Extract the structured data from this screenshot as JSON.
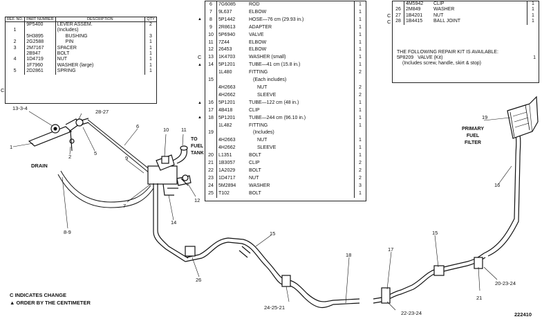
{
  "table_left": {
    "headers": [
      "REF. NO.",
      "PART NUMBER",
      "DESCRIPTION",
      "QTY"
    ],
    "rows": [
      {
        "mark": "",
        "ref": "",
        "part": "9P5400",
        "desc": "LEVER ASSEM.",
        "qty": "2"
      },
      {
        "mark": "",
        "ref": "1",
        "part": "",
        "desc": "(Includes)",
        "qty": ""
      },
      {
        "mark": "",
        "ref": "",
        "part": "5H3895",
        "desc": "BUSHING",
        "qty": "3"
      },
      {
        "mark": "",
        "ref": "2",
        "part": "2G2588",
        "desc": "PIN",
        "qty": "1"
      },
      {
        "mark": "",
        "ref": "3",
        "part": "2M7167",
        "desc": "SPACER",
        "qty": "1"
      },
      {
        "mark": "",
        "ref": "",
        "part": "2B947",
        "desc": "BOLT",
        "qty": "1"
      },
      {
        "mark": "",
        "ref": "4",
        "part": "1D4719",
        "desc": "NUT",
        "qty": "1"
      },
      {
        "mark": "C",
        "ref": "",
        "part": "1F7960",
        "desc": "WASHER (large)",
        "qty": "1"
      },
      {
        "mark": "",
        "ref": "5",
        "part": "2D2861",
        "desc": "SPRING",
        "qty": "1"
      }
    ]
  },
  "table_middle": {
    "rows": [
      {
        "mark": "",
        "ref": "6",
        "part": "7G6085",
        "desc": "ROD",
        "qty": "1"
      },
      {
        "mark": "",
        "ref": "7",
        "part": "9L637",
        "desc": "ELBOW",
        "qty": "1"
      },
      {
        "mark": "▲",
        "ref": "8",
        "part": "5P1442",
        "desc": "HOSE—76 cm (29.93 in.)",
        "qty": "1"
      },
      {
        "mark": "",
        "ref": "9",
        "part": "2R8613",
        "desc": "ADAPTER",
        "qty": "1"
      },
      {
        "mark": "",
        "ref": "10",
        "part": "5P6940",
        "desc": "VALVE",
        "qty": "1"
      },
      {
        "mark": "",
        "ref": "11",
        "part": "7Z44",
        "desc": "ELBOW",
        "qty": "1"
      },
      {
        "mark": "",
        "ref": "12",
        "part": "26453",
        "desc": "ELBOW",
        "qty": "1"
      },
      {
        "mark": "C",
        "ref": "13",
        "part": "1K4703",
        "desc": "WASHER (small)",
        "qty": "1"
      },
      {
        "mark": "▲",
        "ref": "14",
        "part": "5P1201",
        "desc": "TUBE—41 cm (15.8 in.)",
        "qty": "1"
      },
      {
        "mark": "",
        "ref": "",
        "part": "1L480",
        "desc": "FITTING",
        "qty": "2"
      },
      {
        "mark": "",
        "ref": "15",
        "part": "",
        "desc": "(Each includes)",
        "qty": ""
      },
      {
        "mark": "",
        "ref": "",
        "part": "4H2663",
        "desc": "NUT",
        "qty": "2"
      },
      {
        "mark": "",
        "ref": "",
        "part": "4H2662",
        "desc": "SLEEVE",
        "qty": "2"
      },
      {
        "mark": "▲",
        "ref": "16",
        "part": "5P1201",
        "desc": "TUBE—122 cm (48 in.)",
        "qty": "1"
      },
      {
        "mark": "",
        "ref": "17",
        "part": "4B418",
        "desc": "CLIP",
        "qty": "1"
      },
      {
        "mark": "▲",
        "ref": "18",
        "part": "5P1201",
        "desc": "TUBE—244 cm (96.10 in.)",
        "qty": "1"
      },
      {
        "mark": "",
        "ref": "",
        "part": "1L482",
        "desc": "FITTING",
        "qty": "1"
      },
      {
        "mark": "",
        "ref": "19",
        "part": "",
        "desc": "(Includes)",
        "qty": ""
      },
      {
        "mark": "",
        "ref": "",
        "part": "4H2663",
        "desc": "NUT",
        "qty": "1"
      },
      {
        "mark": "",
        "ref": "",
        "part": "4H2662",
        "desc": "SLEEVE",
        "qty": "1"
      },
      {
        "mark": "",
        "ref": "20",
        "part": "L1351",
        "desc": "BOLT",
        "qty": "1"
      },
      {
        "mark": "",
        "ref": "21",
        "part": "1B3057",
        "desc": "CLIP",
        "qty": "2"
      },
      {
        "mark": "",
        "ref": "22",
        "part": "1A2029",
        "desc": "BOLT",
        "qty": "2"
      },
      {
        "mark": "",
        "ref": "23",
        "part": "1D4717",
        "desc": "NUT",
        "qty": "2"
      },
      {
        "mark": "",
        "ref": "24",
        "part": "5M2894",
        "desc": "WASHER",
        "qty": "3"
      },
      {
        "mark": "",
        "ref": "25",
        "part": "T102",
        "desc": "BOLT",
        "qty": "1"
      }
    ]
  },
  "table_right": {
    "rows": [
      {
        "mark": "",
        "ref": "",
        "part": "4M5942",
        "desc": "CLIP",
        "qty": "1"
      },
      {
        "mark": "",
        "ref": "26",
        "part": "2M849",
        "desc": "WASHER",
        "qty": "1"
      },
      {
        "mark": "C",
        "ref": "27",
        "part": "1B4201",
        "desc": "NUT",
        "qty": "1"
      },
      {
        "mark": "C",
        "ref": "28",
        "part": "1B4415",
        "desc": "BALL JOINT",
        "qty": "1"
      }
    ],
    "kit_note": "THE FOLLOWING REPAIR KIT IS AVAILABLE:",
    "kit_part": "5P8209",
    "kit_desc": "VALVE (Kit)",
    "kit_qty": "1",
    "kit_includes": "(Includes screw, handle, skirt & stop)"
  },
  "callouts": {
    "c13_3_4": "13-3-4",
    "c28_27": "28-27",
    "c6": "6",
    "c10": "10",
    "c11": "11",
    "c1": "1",
    "c2": "2",
    "c5": "5",
    "c7": "7",
    "c9": "9",
    "c12": "12",
    "c14": "14",
    "c8_9": "8-9",
    "c26": "26",
    "c15a": "15",
    "c18": "18",
    "c24_25_21": "24-25-21",
    "c17": "17",
    "c22_23_24": "22-23-24",
    "c15b": "15",
    "c21": "21",
    "c20_23_24": "20-23-24",
    "c16": "16",
    "c19": "19"
  },
  "labels": {
    "to_fuel_tank": "TO FUEL TANK",
    "drain": "DRAIN",
    "primary_fuel_filter": "PRIMARY FUEL FILTER"
  },
  "legend": {
    "change": "C INDICATES CHANGE",
    "order": "▲ ORDER BY THE CENTIMETER"
  },
  "figure_number": "222410"
}
